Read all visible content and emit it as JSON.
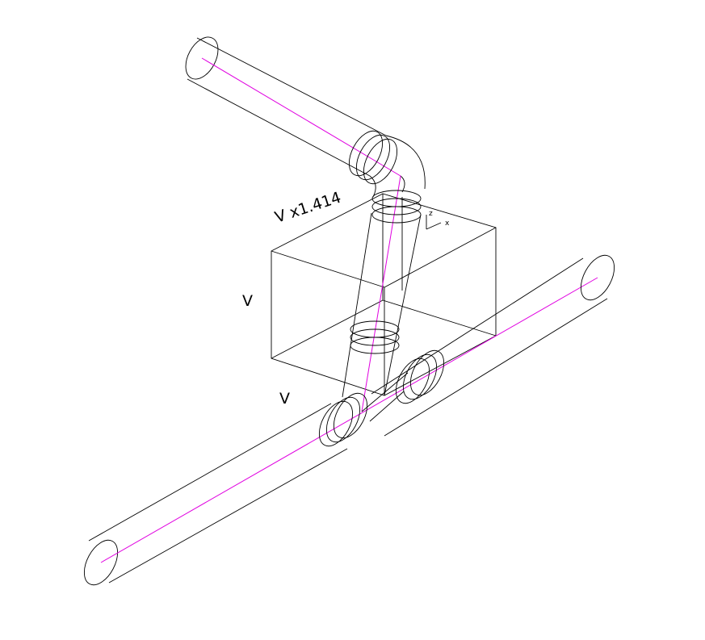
{
  "labels": {
    "diagonal_dimension": "V x1.414",
    "vertical_dimension": "V",
    "horizontal_dimension": "V"
  },
  "axes": {
    "z_label": "z",
    "x_label": "x"
  },
  "colors": {
    "background": "#ffffff",
    "edges": "#000000",
    "centerline": "#e000e0"
  }
}
